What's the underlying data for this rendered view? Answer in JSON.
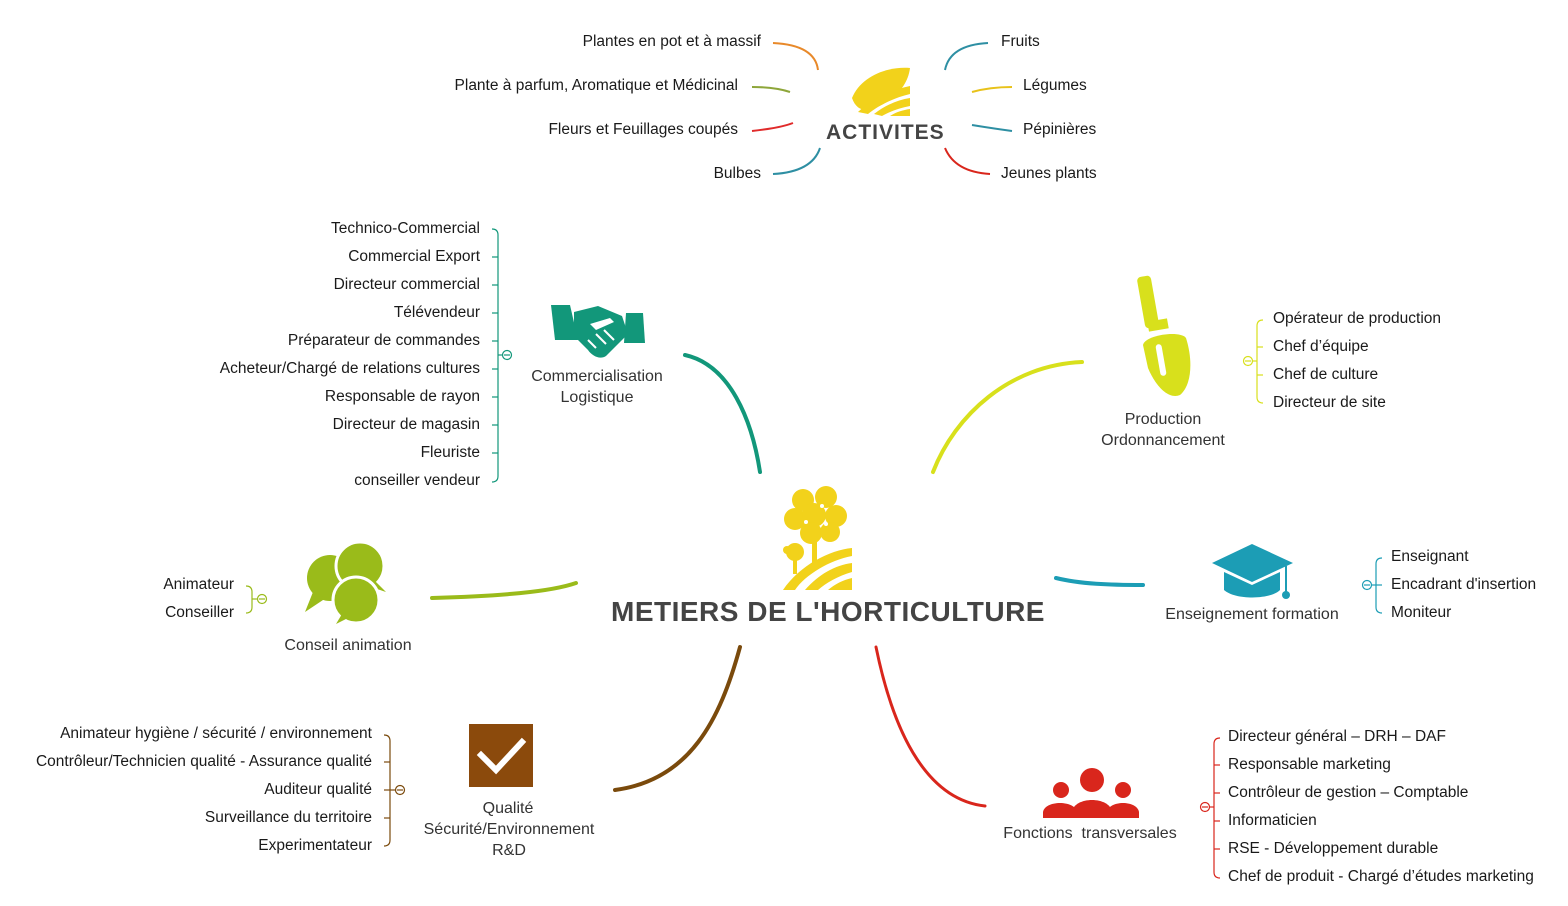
{
  "center": {
    "title": "METIERS DE L'HORTICULTURE",
    "icon": "flower-field-icon"
  },
  "activites": {
    "title": "ACTIVITES",
    "icon": "leaf-field-icon",
    "left": [
      "Plantes en pot et à massif",
      "Plante à parfum, Aromatique et Médicinal",
      "Fleurs et Feuillages coupés",
      "Bulbes"
    ],
    "right": [
      "Fruits",
      "Légumes",
      "Pépinières",
      "Jeunes plants"
    ],
    "colors_left": [
      "#e8892a",
      "#8ea63a",
      "#e02b2b",
      "#2e8fa3"
    ],
    "colors_right": [
      "#2e8fa3",
      "#e8c21a",
      "#2e8fa3",
      "#d9261c"
    ]
  },
  "branches": {
    "commercialisation": {
      "label_line1": "Commercialisation",
      "label_line2": "Logistique",
      "icon": "handshake-icon",
      "color": "#12977a",
      "items": [
        "Technico-Commercial",
        "Commercial Export",
        "Directeur commercial",
        "Télévendeur",
        "Préparateur de commandes",
        "Acheteur/Chargé de relations cultures",
        "Responsable de rayon",
        "Directeur de magasin",
        "Fleuriste",
        "conseiller vendeur"
      ]
    },
    "production": {
      "label_line1": "Production",
      "label_line2": "Ordonnancement",
      "icon": "trowel-icon",
      "color": "#d8e01c",
      "items": [
        "Opérateur de production",
        "Chef d’équipe",
        "Chef de culture",
        "Directeur de site"
      ]
    },
    "conseil": {
      "label": "Conseil animation",
      "icon": "speech-bubbles-icon",
      "color": "#9abb1a",
      "items": [
        "Animateur",
        "Conseiller"
      ]
    },
    "enseignement": {
      "label": "Enseignement formation",
      "icon": "graduation-cap-icon",
      "color": "#1c9db5",
      "items": [
        "Enseignant",
        "Encadrant d'insertion",
        "Moniteur"
      ]
    },
    "qualite": {
      "label_line1": "Qualité",
      "label_line2": "Sécurité/Environnement",
      "label_line3": "R&D",
      "icon": "checkbox-icon",
      "color": "#7a4a0c",
      "items": [
        "Animateur hygiène / sécurité / environnement",
        "Contrôleur/Technicien qualité - Assurance qualité",
        "Auditeur qualité",
        "Surveillance du territoire",
        "Experimentateur"
      ]
    },
    "fonctions": {
      "label": "Fonctions  transversales",
      "icon": "team-icon",
      "color": "#d9261c",
      "items": [
        "Directeur général – DRH – DAF",
        "Responsable marketing",
        "Contrôleur de gestion – Comptable",
        "Informaticien",
        "RSE - Développement durable",
        "Chef de produit - Chargé d’études marketing"
      ]
    }
  }
}
